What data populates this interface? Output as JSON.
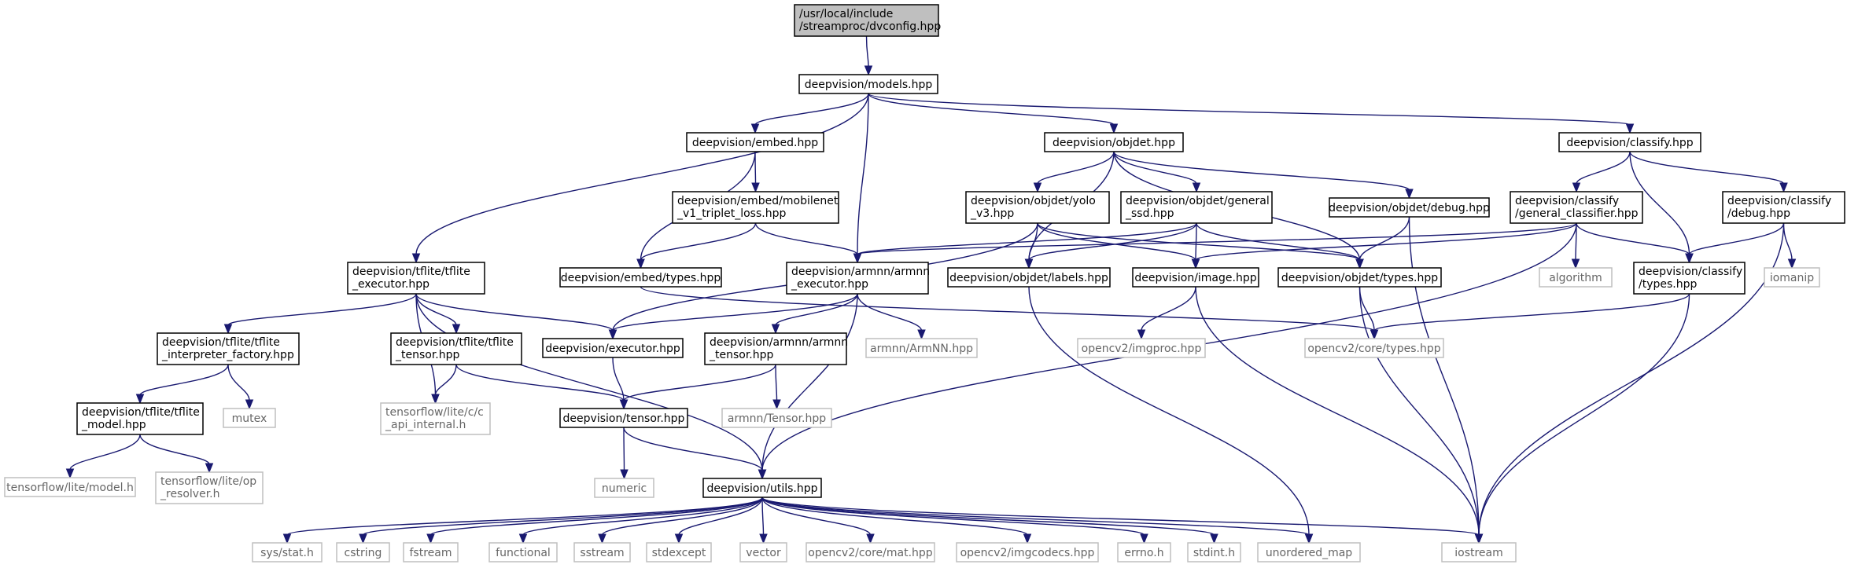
{
  "graph": {
    "colors": {
      "edge": "#191970",
      "root_fill": "#bfbfbf",
      "external_border": "#bfbfbf"
    },
    "nodes": {
      "dvconfig": {
        "lines": [
          "/usr/local/include",
          "/streamproc/dvconfig.hpp"
        ],
        "kind": "root"
      },
      "models": {
        "lines": [
          "deepvision/models.hpp"
        ],
        "kind": "file"
      },
      "embed": {
        "lines": [
          "deepvision/embed.hpp"
        ],
        "kind": "file"
      },
      "objdet": {
        "lines": [
          "deepvision/objdet.hpp"
        ],
        "kind": "file"
      },
      "classify": {
        "lines": [
          "deepvision/classify.hpp"
        ],
        "kind": "file"
      },
      "embed_mobilenet": {
        "lines": [
          "deepvision/embed/mobilenet",
          "_v1_triplet_loss.hpp"
        ],
        "kind": "file"
      },
      "objdet_yolo": {
        "lines": [
          "deepvision/objdet/yolo",
          "_v3.hpp"
        ],
        "kind": "file"
      },
      "objdet_general_ssd": {
        "lines": [
          "deepvision/objdet/general",
          "_ssd.hpp"
        ],
        "kind": "file"
      },
      "objdet_debug": {
        "lines": [
          "deepvision/objdet/debug.hpp"
        ],
        "kind": "file"
      },
      "classify_general": {
        "lines": [
          "deepvision/classify",
          "/general_classifier.hpp"
        ],
        "kind": "file"
      },
      "classify_debug": {
        "lines": [
          "deepvision/classify",
          "/debug.hpp"
        ],
        "kind": "file"
      },
      "tflite_executor": {
        "lines": [
          "deepvision/tflite/tflite",
          "_executor.hpp"
        ],
        "kind": "file"
      },
      "embed_types": {
        "lines": [
          "deepvision/embed/types.hpp"
        ],
        "kind": "file"
      },
      "armnn_executor": {
        "lines": [
          "deepvision/armnn/armnn",
          "_executor.hpp"
        ],
        "kind": "file"
      },
      "objdet_labels": {
        "lines": [
          "deepvision/objdet/labels.hpp"
        ],
        "kind": "file"
      },
      "image": {
        "lines": [
          "deepvision/image.hpp"
        ],
        "kind": "file"
      },
      "objdet_types": {
        "lines": [
          "deepvision/objdet/types.hpp"
        ],
        "kind": "file"
      },
      "algorithm": {
        "lines": [
          "algorithm"
        ],
        "kind": "external"
      },
      "classify_types": {
        "lines": [
          "deepvision/classify",
          "/types.hpp"
        ],
        "kind": "file"
      },
      "iomanip": {
        "lines": [
          "iomanip"
        ],
        "kind": "external"
      },
      "tflite_interp": {
        "lines": [
          "deepvision/tflite/tflite",
          "_interpreter_factory.hpp"
        ],
        "kind": "file"
      },
      "tflite_tensor": {
        "lines": [
          "deepvision/tflite/tflite",
          "_tensor.hpp"
        ],
        "kind": "file"
      },
      "executor": {
        "lines": [
          "deepvision/executor.hpp"
        ],
        "kind": "file"
      },
      "armnn_tensor": {
        "lines": [
          "deepvision/armnn/armnn",
          "_tensor.hpp"
        ],
        "kind": "file"
      },
      "armnn_hpp": {
        "lines": [
          "armnn/ArmNN.hpp"
        ],
        "kind": "external"
      },
      "opencv_imgproc": {
        "lines": [
          "opencv2/imgproc.hpp"
        ],
        "kind": "external"
      },
      "opencv_types": {
        "lines": [
          "opencv2/core/types.hpp"
        ],
        "kind": "external"
      },
      "mutex": {
        "lines": [
          "mutex"
        ],
        "kind": "external"
      },
      "tflite_model": {
        "lines": [
          "deepvision/tflite/tflite",
          "_model.hpp"
        ],
        "kind": "file"
      },
      "tflite_c_api": {
        "lines": [
          "tensorflow/lite/c/c",
          "_api_internal.h"
        ],
        "kind": "external"
      },
      "tensor": {
        "lines": [
          "deepvision/tensor.hpp"
        ],
        "kind": "file"
      },
      "armnn_Tensor": {
        "lines": [
          "armnn/Tensor.hpp"
        ],
        "kind": "external"
      },
      "tf_model_h": {
        "lines": [
          "tensorflow/lite/model.h"
        ],
        "kind": "external"
      },
      "tf_op_resolver": {
        "lines": [
          "tensorflow/lite/op",
          "_resolver.h"
        ],
        "kind": "external"
      },
      "numeric": {
        "lines": [
          "numeric"
        ],
        "kind": "external"
      },
      "utils": {
        "lines": [
          "deepvision/utils.hpp"
        ],
        "kind": "file"
      },
      "sys_stat": {
        "lines": [
          "sys/stat.h"
        ],
        "kind": "external"
      },
      "cstring": {
        "lines": [
          "cstring"
        ],
        "kind": "external"
      },
      "fstream": {
        "lines": [
          "fstream"
        ],
        "kind": "external"
      },
      "functional": {
        "lines": [
          "functional"
        ],
        "kind": "external"
      },
      "sstream": {
        "lines": [
          "sstream"
        ],
        "kind": "external"
      },
      "stdexcept": {
        "lines": [
          "stdexcept"
        ],
        "kind": "external"
      },
      "vector": {
        "lines": [
          "vector"
        ],
        "kind": "external"
      },
      "opencv_mat": {
        "lines": [
          "opencv2/core/mat.hpp"
        ],
        "kind": "external"
      },
      "opencv_imgcodecs": {
        "lines": [
          "opencv2/imgcodecs.hpp"
        ],
        "kind": "external"
      },
      "errno": {
        "lines": [
          "errno.h"
        ],
        "kind": "external"
      },
      "stdint": {
        "lines": [
          "stdint.h"
        ],
        "kind": "external"
      },
      "unordered_map": {
        "lines": [
          "unordered_map"
        ],
        "kind": "external"
      },
      "iostream": {
        "lines": [
          "iostream"
        ],
        "kind": "external"
      }
    },
    "edges": [
      [
        "dvconfig",
        "models"
      ],
      [
        "models",
        "embed"
      ],
      [
        "models",
        "objdet"
      ],
      [
        "models",
        "classify"
      ],
      [
        "models",
        "tflite_executor"
      ],
      [
        "models",
        "armnn_executor"
      ],
      [
        "embed",
        "embed_mobilenet"
      ],
      [
        "embed",
        "embed_types"
      ],
      [
        "embed_mobilenet",
        "embed_types"
      ],
      [
        "embed_mobilenet",
        "armnn_executor"
      ],
      [
        "objdet",
        "objdet_yolo"
      ],
      [
        "objdet",
        "objdet_general_ssd"
      ],
      [
        "objdet",
        "objdet_debug"
      ],
      [
        "objdet",
        "objdet_labels"
      ],
      [
        "objdet",
        "objdet_types"
      ],
      [
        "objdet_yolo",
        "objdet_labels"
      ],
      [
        "objdet_yolo",
        "image"
      ],
      [
        "objdet_yolo",
        "objdet_types"
      ],
      [
        "objdet_yolo",
        "executor"
      ],
      [
        "objdet_general_ssd",
        "armnn_executor"
      ],
      [
        "objdet_general_ssd",
        "objdet_labels"
      ],
      [
        "objdet_general_ssd",
        "image"
      ],
      [
        "objdet_general_ssd",
        "objdet_types"
      ],
      [
        "objdet_debug",
        "objdet_types"
      ],
      [
        "objdet_debug",
        "iostream"
      ],
      [
        "classify",
        "classify_general"
      ],
      [
        "classify",
        "classify_debug"
      ],
      [
        "classify",
        "classify_types"
      ],
      [
        "classify_general",
        "armnn_executor"
      ],
      [
        "classify_general",
        "image"
      ],
      [
        "classify_general",
        "algorithm"
      ],
      [
        "classify_general",
        "classify_types"
      ],
      [
        "classify_general",
        "utils"
      ],
      [
        "classify_debug",
        "classify_types"
      ],
      [
        "classify_debug",
        "iomanip"
      ],
      [
        "classify_debug",
        "iostream"
      ],
      [
        "classify_types",
        "opencv_types"
      ],
      [
        "classify_types",
        "iostream"
      ],
      [
        "embed_types",
        "opencv_types"
      ],
      [
        "objdet_labels",
        "unordered_map"
      ],
      [
        "image",
        "opencv_imgproc"
      ],
      [
        "image",
        "iostream"
      ],
      [
        "objdet_types",
        "opencv_types"
      ],
      [
        "objdet_types",
        "iostream"
      ],
      [
        "tflite_executor",
        "tflite_interp"
      ],
      [
        "tflite_executor",
        "tflite_tensor"
      ],
      [
        "tflite_executor",
        "executor"
      ],
      [
        "tflite_executor",
        "tflite_c_api"
      ],
      [
        "tflite_executor",
        "utils"
      ],
      [
        "tflite_interp",
        "tflite_model"
      ],
      [
        "tflite_interp",
        "mutex"
      ],
      [
        "tflite_model",
        "tf_model_h"
      ],
      [
        "tflite_model",
        "tf_op_resolver"
      ],
      [
        "tflite_tensor",
        "tflite_c_api"
      ],
      [
        "tflite_tensor",
        "tensor"
      ],
      [
        "armnn_executor",
        "executor"
      ],
      [
        "armnn_executor",
        "armnn_tensor"
      ],
      [
        "armnn_executor",
        "armnn_hpp"
      ],
      [
        "armnn_executor",
        "utils"
      ],
      [
        "armnn_tensor",
        "tensor"
      ],
      [
        "armnn_tensor",
        "armnn_Tensor"
      ],
      [
        "executor",
        "tensor"
      ],
      [
        "tensor",
        "numeric"
      ],
      [
        "tensor",
        "utils"
      ],
      [
        "utils",
        "sys_stat"
      ],
      [
        "utils",
        "cstring"
      ],
      [
        "utils",
        "fstream"
      ],
      [
        "utils",
        "functional"
      ],
      [
        "utils",
        "sstream"
      ],
      [
        "utils",
        "stdexcept"
      ],
      [
        "utils",
        "vector"
      ],
      [
        "utils",
        "opencv_mat"
      ],
      [
        "utils",
        "opencv_imgcodecs"
      ],
      [
        "utils",
        "errno"
      ],
      [
        "utils",
        "stdint"
      ],
      [
        "utils",
        "unordered_map"
      ],
      [
        "utils",
        "iostream"
      ]
    ]
  }
}
